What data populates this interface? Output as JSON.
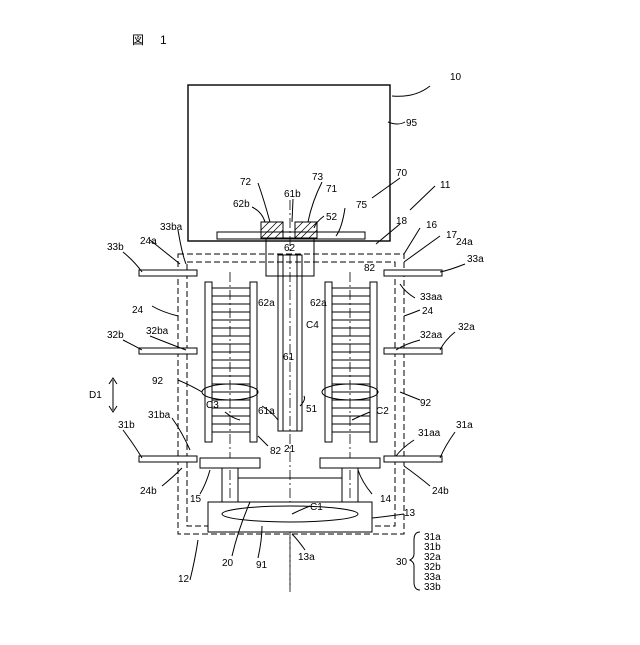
{
  "figure": {
    "title": "図　1",
    "labels": {
      "n10": "10",
      "n95": "95",
      "n70": "70",
      "n11": "11",
      "n16": "16",
      "n17": "17",
      "n18": "18",
      "n72": "72",
      "n73": "73",
      "n71": "71",
      "n61b": "61b",
      "n62b": "62b",
      "n52": "52",
      "n75": "75",
      "n62": "62",
      "n33ba": "33ba",
      "n24a_l": "24a",
      "n24a_r": "24a",
      "n33b": "33b",
      "n33a": "33a",
      "n82_top": "82",
      "n33aa": "33aa",
      "n24_l": "24",
      "n24_r": "24",
      "n62a_l": "62a",
      "n62a_r": "62a",
      "n32b": "32b",
      "n32ba": "32ba",
      "n32aa": "32aa",
      "n32a": "32a",
      "nC4": "C4",
      "nD1": "D1",
      "n61": "61",
      "n92_l": "92",
      "n92_r": "92",
      "nC3": "C3",
      "n51": "51",
      "n61a": "61a",
      "nC2": "C2",
      "n31ba": "31ba",
      "n31aa": "31aa",
      "n31b": "31b",
      "n31a": "31a",
      "n82_bot": "82",
      "n21": "21",
      "n24b_l": "24b",
      "n24b_r": "24b",
      "n15": "15",
      "n14": "14",
      "nC1": "C1",
      "n13": "13",
      "n20": "20",
      "n91": "91",
      "n13a": "13a",
      "n12": "12",
      "n30": "30"
    },
    "list30": [
      "31a",
      "31b",
      "32a",
      "32b",
      "33a",
      "33b"
    ]
  }
}
